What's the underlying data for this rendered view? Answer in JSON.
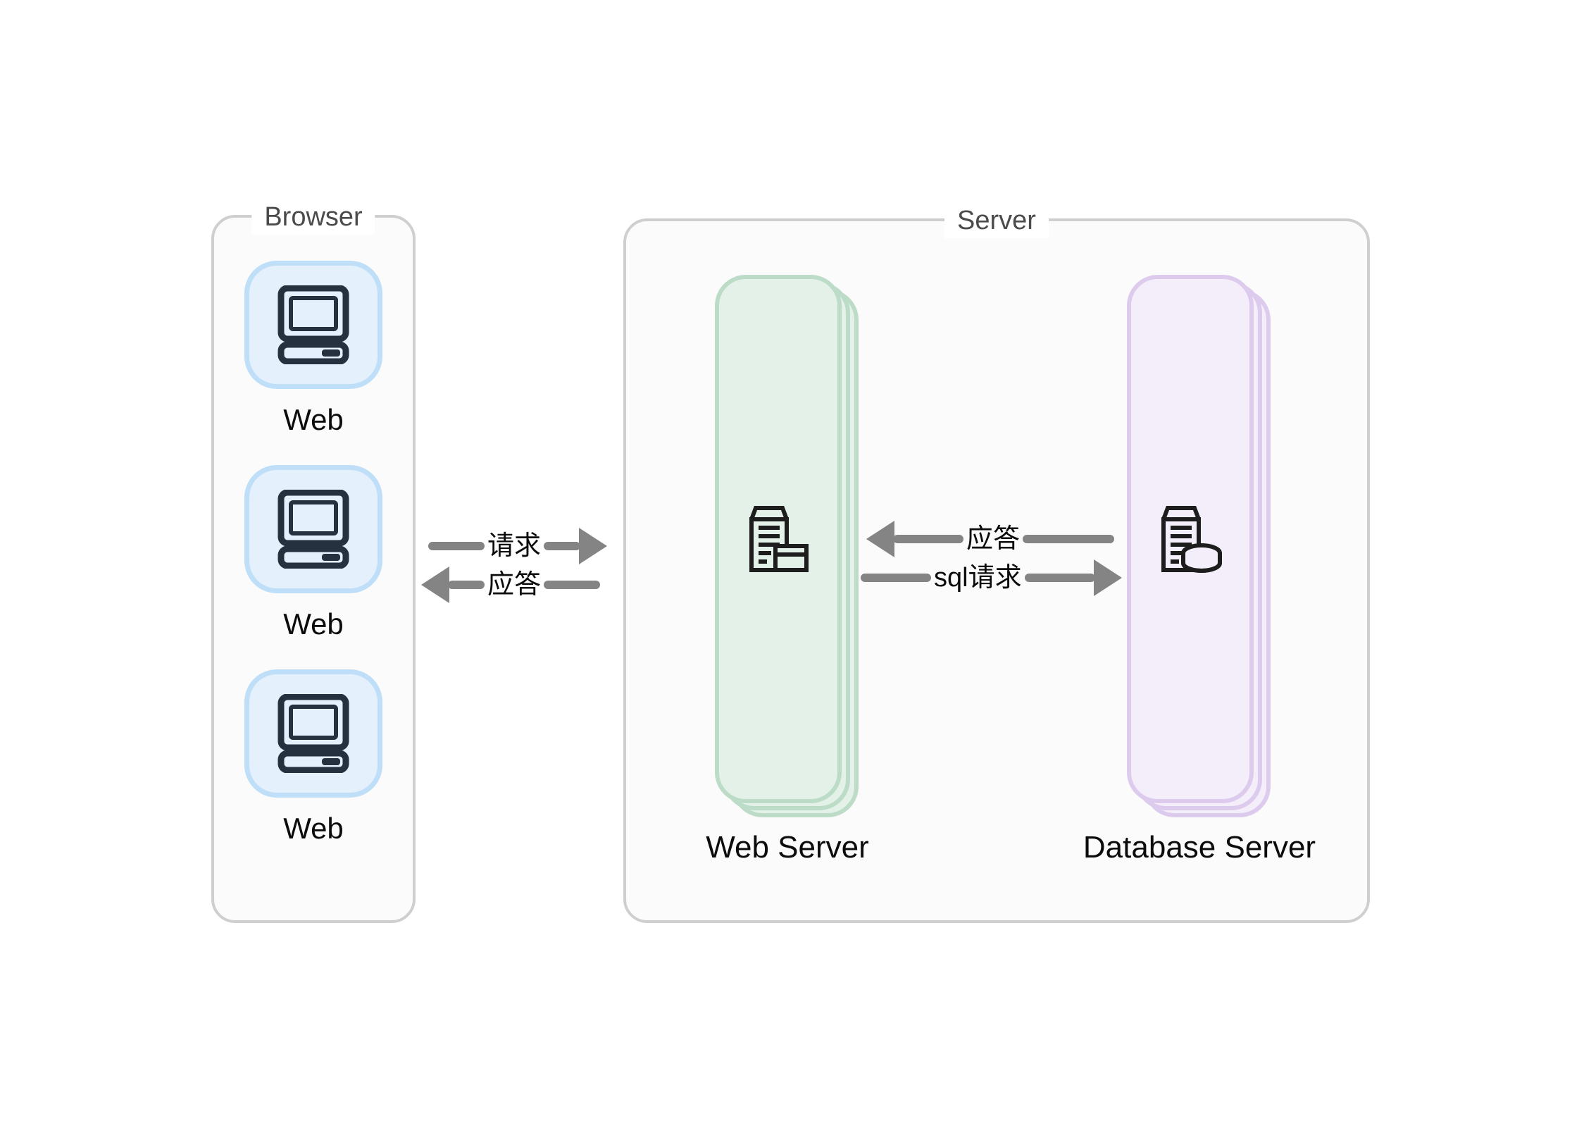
{
  "groups": {
    "browser": {
      "label": "Browser"
    },
    "server": {
      "label": "Server"
    }
  },
  "clients": [
    {
      "label": "Web",
      "icon": "desktop-computer-icon"
    },
    {
      "label": "Web",
      "icon": "desktop-computer-icon"
    },
    {
      "label": "Web",
      "icon": "desktop-computer-icon"
    }
  ],
  "nodes": {
    "web_server": {
      "label": "Web Server",
      "icon": "server-building-icon",
      "color": "#e3f1e8",
      "border_color": "#bcdcc8"
    },
    "database_server": {
      "label": "Database Server",
      "icon": "database-building-icon",
      "color": "#f4eefa",
      "border_color": "#ddcbee"
    }
  },
  "arrows": [
    {
      "id": "request",
      "label": "请求",
      "direction": "right",
      "from": "Browser",
      "to": "Web Server"
    },
    {
      "id": "response",
      "label": "应答",
      "direction": "left",
      "from": "Web Server",
      "to": "Browser"
    },
    {
      "id": "db_reply",
      "label": "应答",
      "direction": "left",
      "from": "Database Server",
      "to": "Web Server"
    },
    {
      "id": "sql_request",
      "label": "sql请求",
      "direction": "right",
      "from": "Web Server",
      "to": "Database Server"
    }
  ],
  "colors": {
    "background": "#ffffff",
    "group_border": "#cfcfcf",
    "group_fill": "#fbfbfb",
    "group_label_text": "#4b4b4b",
    "client_tile_fill": "#e4f0fc",
    "client_tile_border": "#bfdef8",
    "icon_stroke": "#26313f",
    "arrow": "#848484",
    "label_text": "#0c0c0c"
  }
}
